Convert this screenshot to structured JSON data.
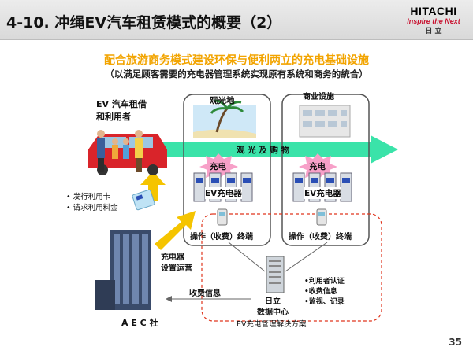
{
  "header": {
    "title": "4-10. 冲绳EV汽车租赁模式的概要（2）",
    "logo_brand": "HITACHI",
    "logo_tagline": "Inspire the Next",
    "logo_cn": "日 立"
  },
  "subtitle": "配合旅游商务模式建设环保与便利两立的充电基础设施",
  "subtitle_note": "（以满足顾客需要的充电器管理系统实现原有系统和商务的統合）",
  "user": {
    "label_line1": "EV 汽车租借",
    "label_line2": "和利用者",
    "bullets": [
      "发行利用卡",
      "请求利用料金"
    ]
  },
  "band_label": "观 光 及 购 物",
  "sites": [
    {
      "name": "观光地",
      "charge": "充电",
      "charger": "EV充电器",
      "terminal": "操作（收费）终端"
    },
    {
      "name": "商业设施",
      "charge": "充电",
      "charger": "EV充电器",
      "terminal": "操作（收费）终端"
    }
  ],
  "aec": {
    "name": "A E C 社",
    "arrow_label_line1": "充电器",
    "arrow_label_line2": "设置运营",
    "fee_label": "收费信息"
  },
  "datacenter": {
    "line1": "日立",
    "line2": "数据中心",
    "bullets": [
      "利用者认证",
      "收费信息",
      "监视、记录"
    ]
  },
  "solution_label": "EV充电管理解决方案",
  "page_number": "35",
  "colors": {
    "subtitle": "#f2a400",
    "band": "#25e0a0",
    "arrow": "#f5c400",
    "burst": "#f7a0c8",
    "dashed": "#e0341c",
    "hitachi_red": "#c8102e"
  }
}
